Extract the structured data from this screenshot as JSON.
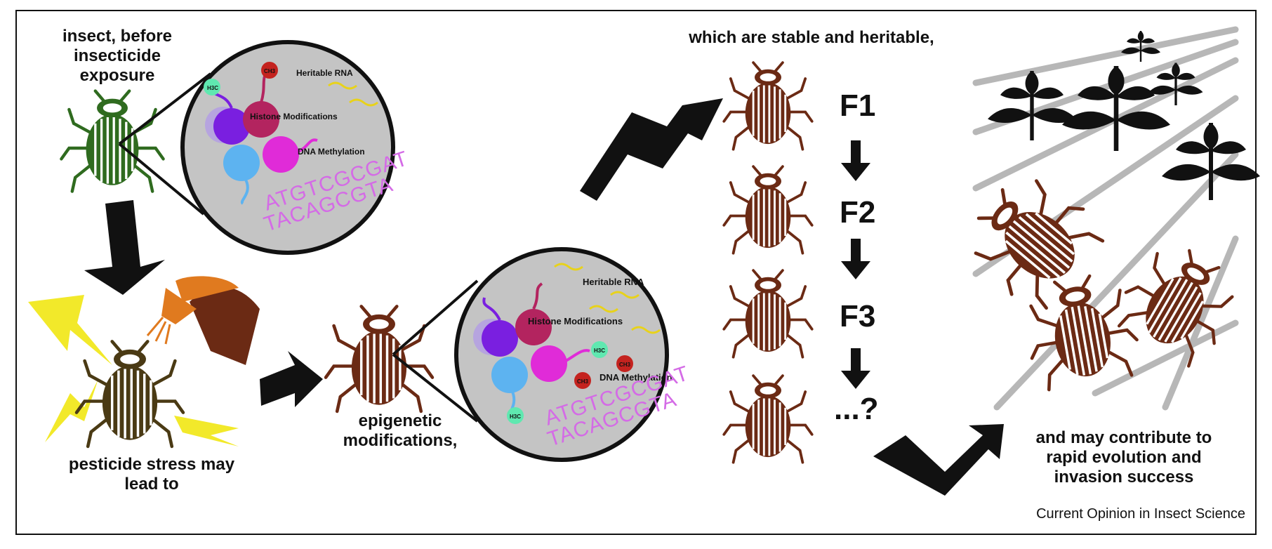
{
  "captions": {
    "insect_before": "insect, before insecticide exposure",
    "pesticide_stress": "pesticide stress may lead to",
    "epigenetic": "epigenetic modifications,",
    "stable_heritable": "which are stable and heritable,",
    "contribute": "and may contribute to rapid evolution and invasion success"
  },
  "generations": [
    "F1",
    "F2",
    "F3",
    "...?"
  ],
  "zoom_labels": {
    "heritable_rna": "Heritable RNA",
    "histone": "Histone Modifications",
    "dna_methylation": "DNA Methylation",
    "h3c": "H3C",
    "ch3": "CH3",
    "dna_top": "ATGTCGCGAT",
    "dna_bottom": "TACAGCGTA"
  },
  "credit": "Current Opinion in Insect Science",
  "colors": {
    "green_beetle": "#2f6b1f",
    "brown_beetle": "#6b2a14",
    "purple": "#7a1fe0",
    "magenta": "#e02bd8",
    "blue": "#5db3f0",
    "crimson": "#b3245f",
    "yellow": "#f2e92a",
    "circle_fill": "#c4c4c4"
  }
}
